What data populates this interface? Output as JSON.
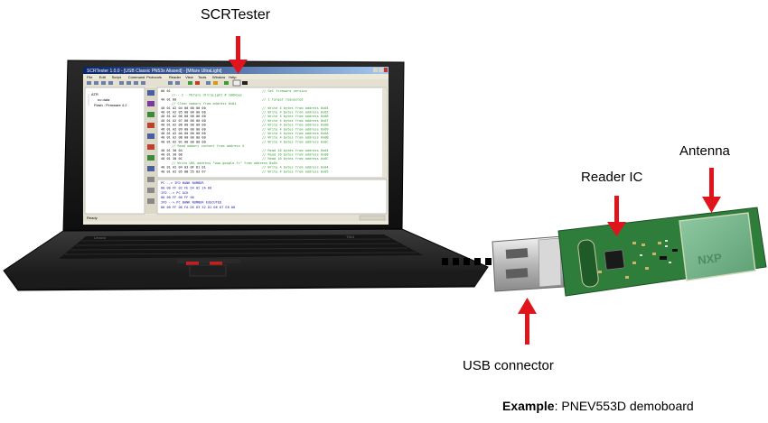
{
  "labels": {
    "scrtester": "SCRTester",
    "reader_ic": "Reader IC",
    "antenna": "Antenna",
    "usb_connector": "USB connector",
    "example_bold": "Example",
    "example_rest": ":  PNEV553D demoboard"
  },
  "screen": {
    "menu_items": [
      "File",
      "Edit",
      "Script",
      "Command",
      "Protocols",
      "Reader",
      "View",
      "Tools",
      "Window",
      "Help"
    ],
    "tree_items": [
      "ATR",
      "no data",
      "Flash : Firmware 4.2"
    ],
    "code_lines": [
      {
        "hex": "00  01",
        "comment": "// Get firmware version"
      },
      {
        "hex": "",
        "comment": "//-- 2 - Mifare UltraLight # 106kbps"
      },
      {
        "hex": "4A  01  00",
        "comment": "// 1 target requested"
      },
      {
        "hex": "",
        "comment": "// Clear memory from address 0x04"
      },
      {
        "hex": "40 01 A2 04 00 00 00 00",
        "comment": "// Write 4 bytes from address 0x04"
      },
      {
        "hex": "40 01 A2 05 00 00 00 00",
        "comment": "// Write 4 bytes from address 0x05"
      },
      {
        "hex": "40 01 A2 06 00 00 00 00",
        "comment": "// Write 4 bytes from address 0x06"
      },
      {
        "hex": "40 01 A2 07 00 00 00 00",
        "comment": "// Write 4 bytes from address 0x07"
      },
      {
        "hex": "40 01 A2 08 00 00 00 00",
        "comment": "// Write 4 bytes from address 0x08"
      },
      {
        "hex": "40 01 A2 09 00 00 00 00",
        "comment": "// Write 4 bytes from address 0x09"
      },
      {
        "hex": "40 01 A2 0A 00 00 00 00",
        "comment": "// Write 4 bytes from address 0x0A"
      },
      {
        "hex": "40 01 A2 0B 00 00 00 00",
        "comment": "// Write 4 bytes from address 0x0B"
      },
      {
        "hex": "40 01 A2 0C 00 00 00 00",
        "comment": "// Write 4 bytes from address 0x0C"
      },
      {
        "hex": "",
        "comment": "// Read memory content from address 4"
      },
      {
        "hex": "40 01 30 04",
        "comment": "// Read 16 bytes from address 0x04"
      },
      {
        "hex": "40 01 30 08",
        "comment": "// Read 16 bytes from address 0x08"
      },
      {
        "hex": "40 01 30 0C",
        "comment": "// Read 16 bytes from address 0x0C"
      },
      {
        "hex": "",
        "comment": "// Write URL address \"www.google.fr\" from address 0x04"
      },
      {
        "hex": "40 01 A2 04 03 0F D1 01",
        "comment": "// Write 4 bytes from address 0x04"
      },
      {
        "hex": "40 01 A2 05 0B 55 03 67",
        "comment": "// Write 4 bytes from address 0x05"
      }
    ],
    "log_lines": [
      "PC --> IFD   BANK NUMBER",
      "        00 00 FF 02 FE D4 02 2A 00",
      "IFD --> PC   ACK",
      "        00 00 FF 00 FF 00",
      "IFD --> PC   BANK NUMBER EXECUTED",
      "        00 00 FF 06 FA D5 03 32 01 06 07 E8 00"
    ],
    "status_left": "Ready"
  },
  "colors": {
    "arrow": "#e0141c",
    "pcb": "#2f7d3a",
    "comment_green": "#2e9a2e",
    "log_blue": "#1a1aa8"
  },
  "icons": [
    "arrow-down-icon",
    "arrow-up-icon",
    "nxp-logo-icon"
  ]
}
